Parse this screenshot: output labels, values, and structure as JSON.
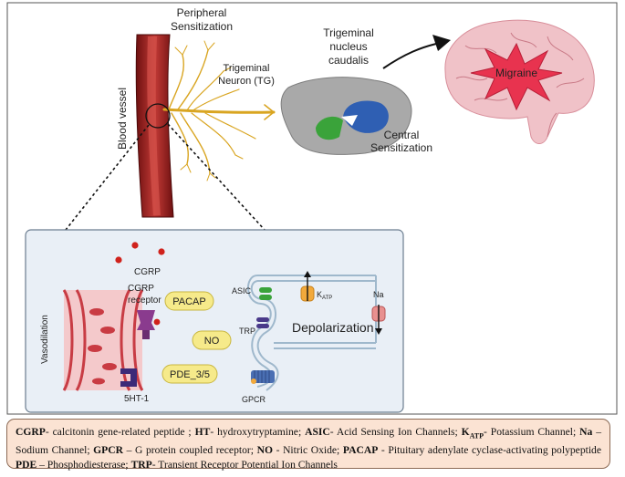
{
  "labels": {
    "peripheral_line1": "Peripheral",
    "peripheral_line2": "Sensitization",
    "blood_vessel": "Blood vessel",
    "tg_line1": "Trigeminal",
    "tg_line2": "Neuron (TG)",
    "tnc_line1": "Trigeminal",
    "tnc_line2": "nucleus",
    "tnc_line3": "caudalis",
    "central_line1": "Central",
    "central_line2": "Sensitization",
    "migraine": "Migraine",
    "cgrp": "CGRP",
    "cgrp_receptor_line1": "CGRP",
    "cgrp_receptor_line2": "receptor",
    "vasodilation": "Vasodilation",
    "ht1": "5HT-1",
    "pacap": "PACAP",
    "no": "NO",
    "pde": "PDE_3/5",
    "asic": "ASIC",
    "katp_main": "K",
    "katp_sub": "ATP",
    "trp": "TRP",
    "depolarization": "Depolarization",
    "na": "Na",
    "gpcr": "GPCR"
  },
  "legend": [
    {
      "term": "CGRP",
      "desc": "- calcitonin gene-related peptide ; "
    },
    {
      "term": "HT",
      "desc": "- hydroxytryptamine; "
    },
    {
      "term": "ASIC",
      "desc": "- Acid Sensing Ion Channels;  "
    },
    {
      "term": "K",
      "sub": "ATP",
      "desc": "- Potassium Channel; "
    },
    {
      "term": "Na",
      "desc": " – Sodium Channel; "
    },
    {
      "term": "GPCR",
      "desc": " – G protein coupled receptor; "
    },
    {
      "term": "NO",
      "desc": " - Nitric Oxide; "
    },
    {
      "term": "PACAP",
      "desc": " - Pituitary adenylate cyclase-activating polypeptide "
    },
    {
      "term": "PDE",
      "desc": " – Phosphodiesterase; "
    },
    {
      "term": "TRP",
      "desc": "- Transient Receptor Potential Ion Channels"
    }
  ],
  "colors": {
    "vessel": "#8b1a1a",
    "vessel_inner": "#b8312f",
    "neuron": "#d9a521",
    "brain": "#f0c2c8",
    "migraine_star": "#e8334f",
    "nucleus": "#9a9a9a",
    "nucleus_blue": "#2f5fb3",
    "nucleus_green": "#3aa33a",
    "panel": "#e9eff6",
    "pill": "#f6ea8a",
    "legend_bg": "#fbe3d3"
  }
}
